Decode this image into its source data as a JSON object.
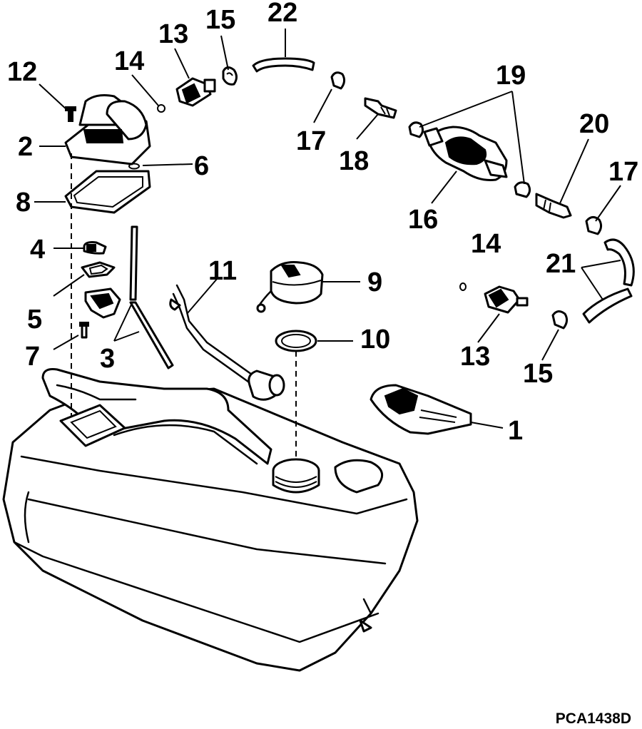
{
  "diagram": {
    "drawing_code": "PCA1438D",
    "callouts": {
      "c1": "1",
      "c2": "2",
      "c3": "3",
      "c4": "4",
      "c5": "5",
      "c6": "6",
      "c7": "7",
      "c8": "8",
      "c9": "9",
      "c10": "10",
      "c11": "11",
      "c12": "12",
      "c13a": "13",
      "c13b": "13",
      "c14a": "14",
      "c14b": "14",
      "c15a": "15",
      "c15b": "15",
      "c16": "16",
      "c17a": "17",
      "c17b": "17",
      "c18": "18",
      "c19": "19",
      "c20": "20",
      "c21": "21",
      "c22": "22"
    }
  }
}
